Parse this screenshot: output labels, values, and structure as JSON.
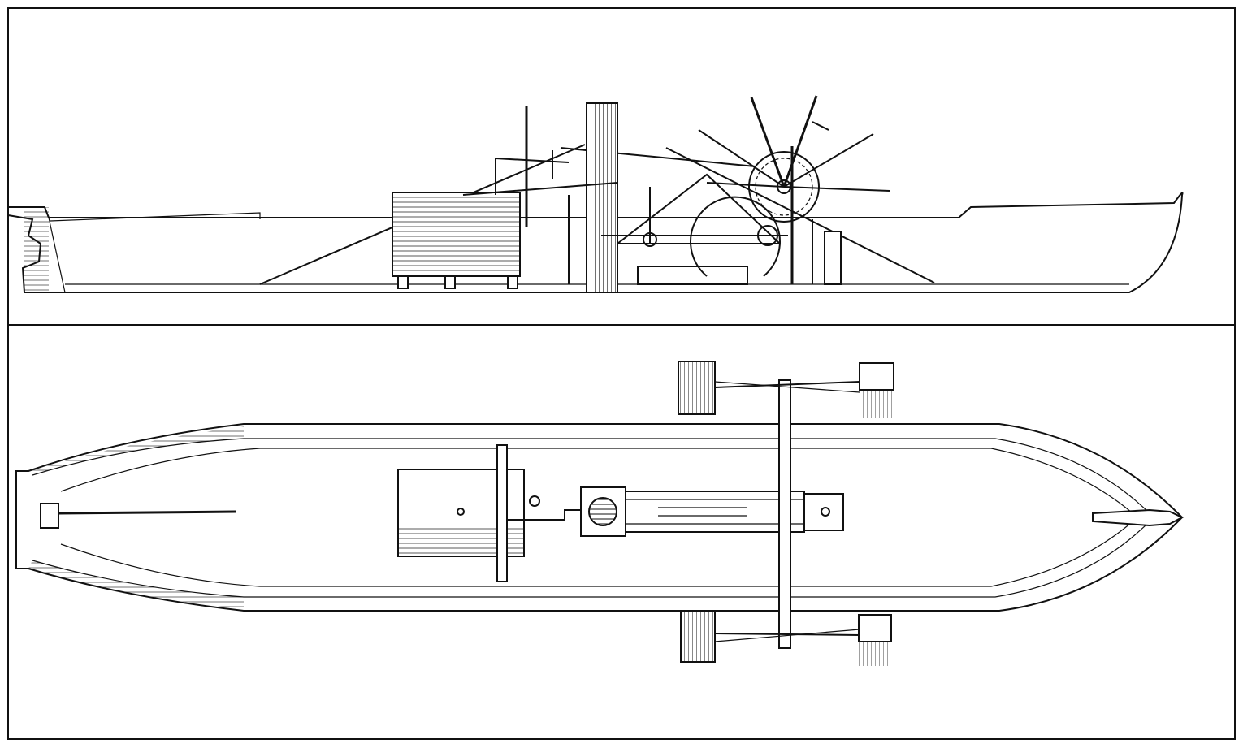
{
  "figure": {
    "subject": "steamboat",
    "views": [
      "side-elevation",
      "plan-view"
    ],
    "colors": {
      "ink": "#111111",
      "paper": "#ffffff"
    }
  }
}
